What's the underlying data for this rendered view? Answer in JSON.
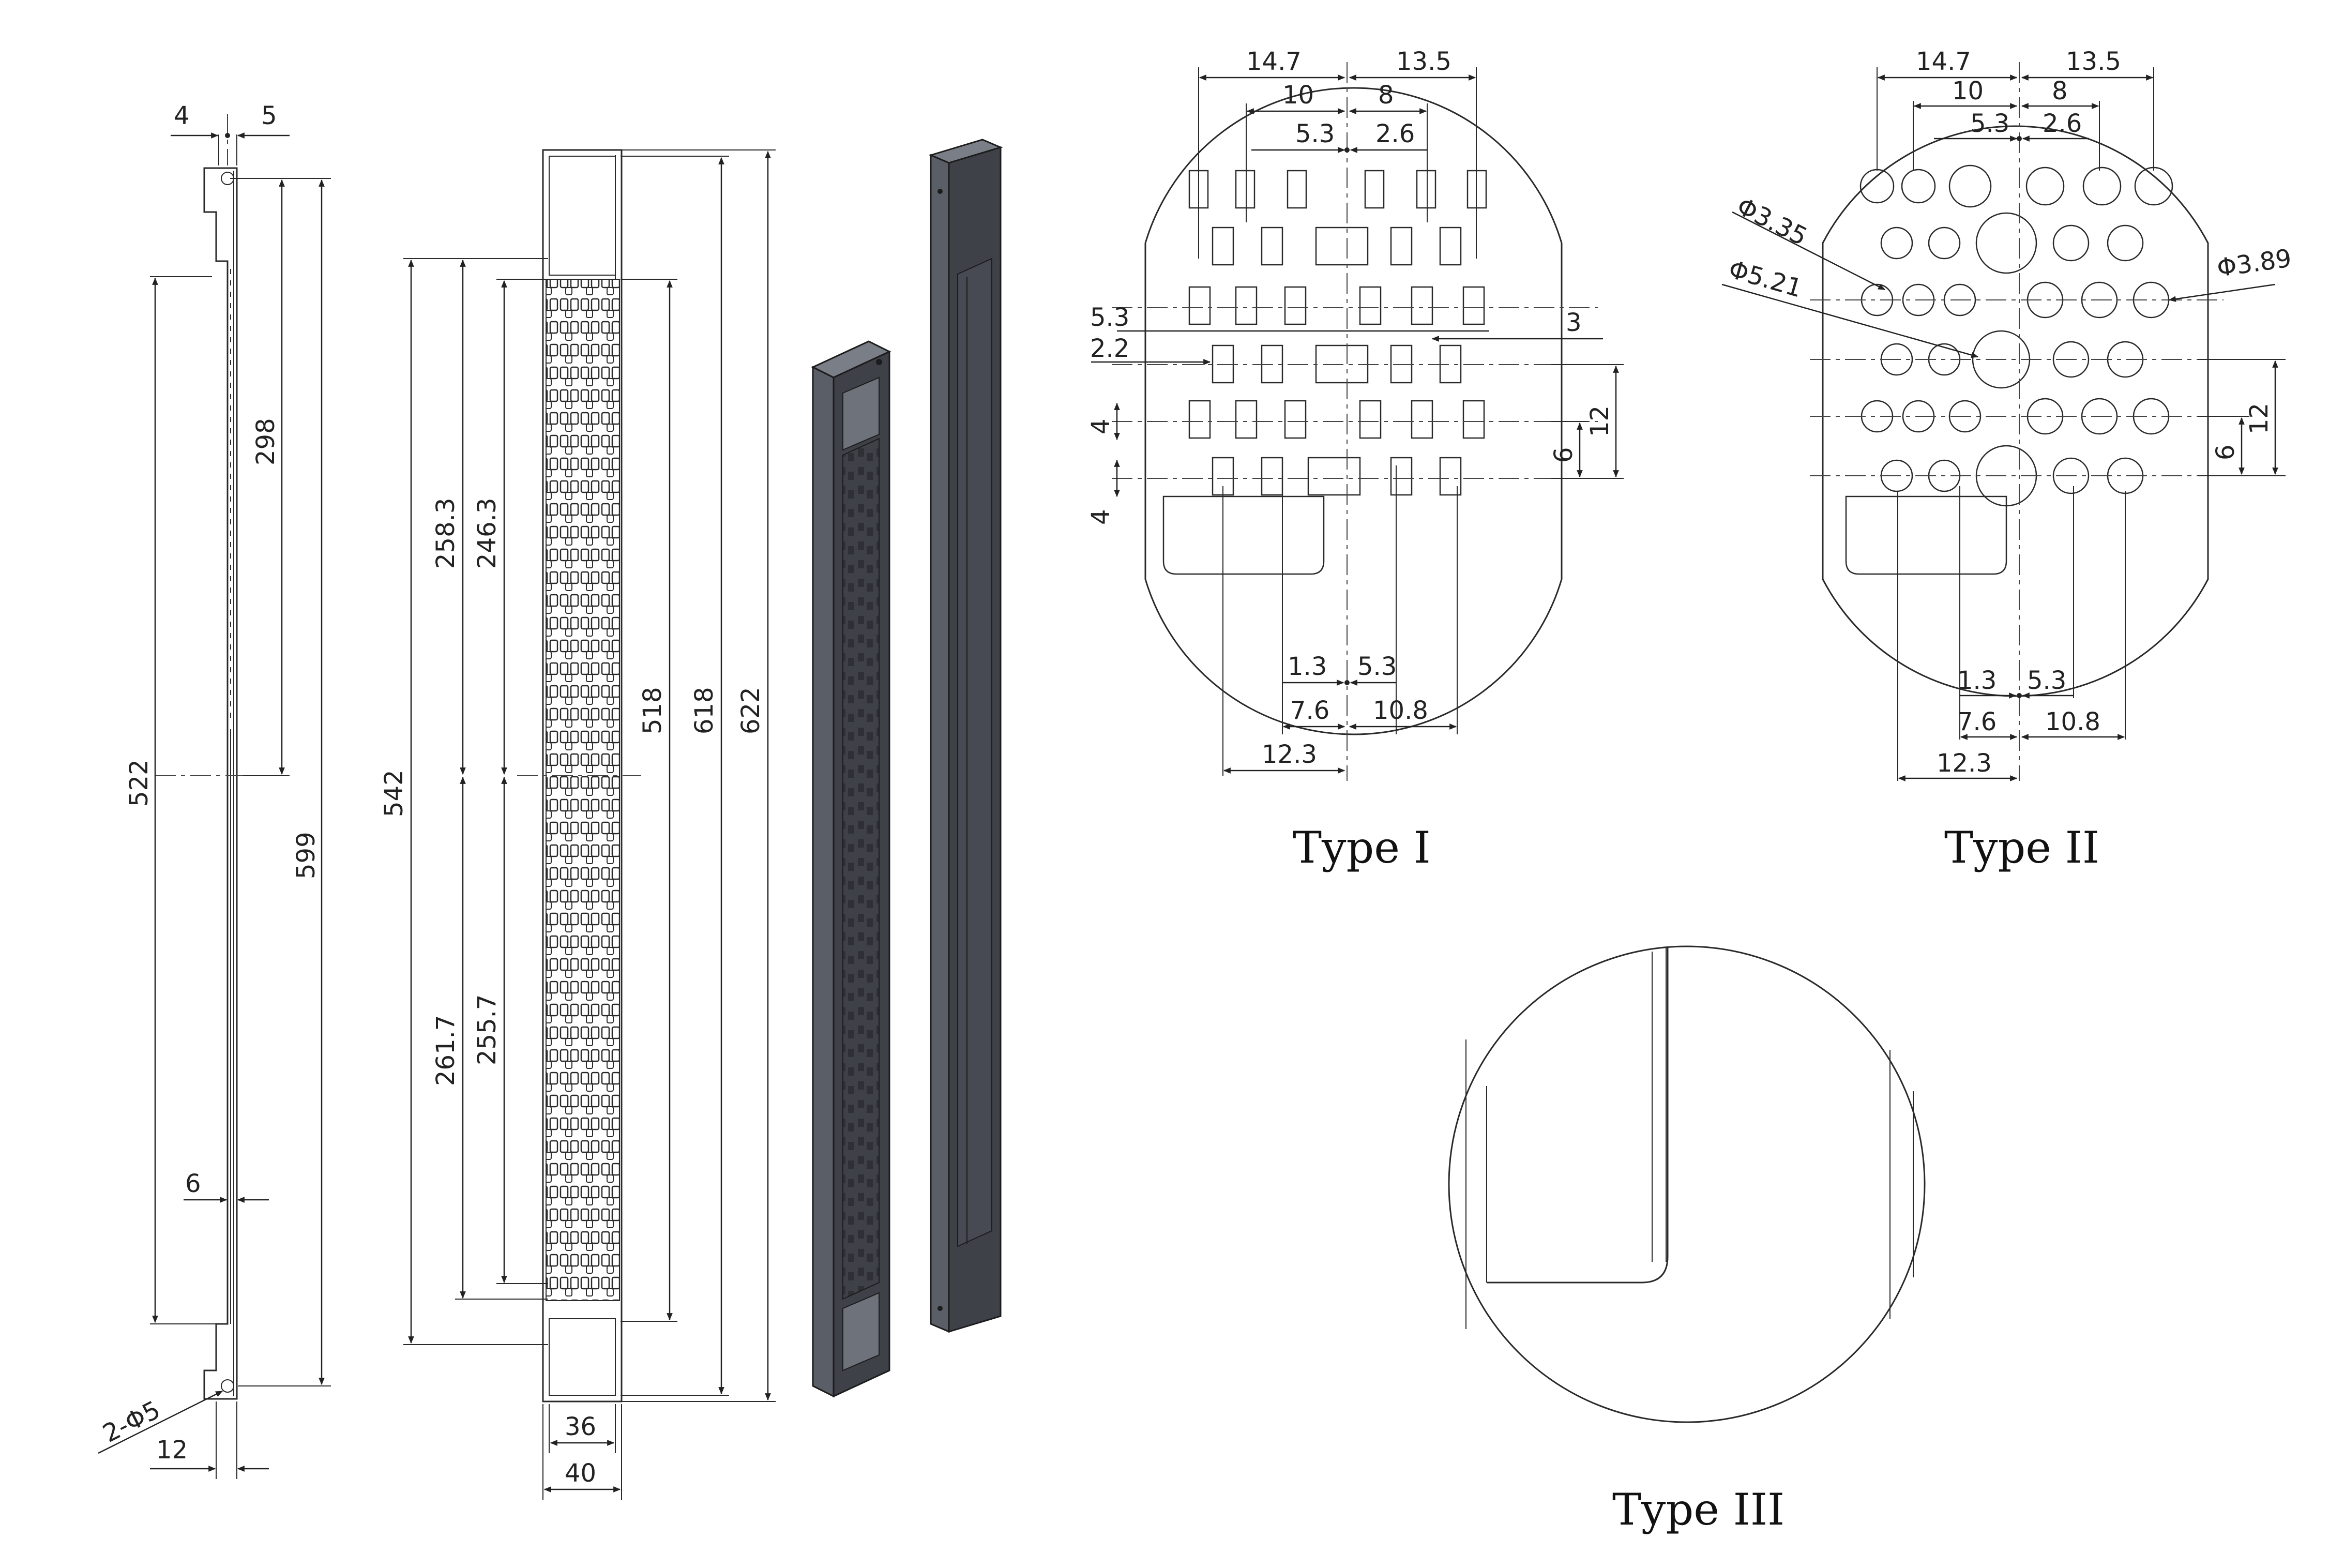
{
  "side_view": {
    "dims": [
      "4",
      "5",
      "298",
      "522",
      "599",
      "6",
      "2-Φ5",
      "12"
    ]
  },
  "front_view": {
    "dims": [
      "258.3",
      "246.3",
      "542",
      "518",
      "618",
      "622",
      "261.7",
      "255.7",
      "36",
      "40"
    ]
  },
  "detail_type1": {
    "caption": "Type I",
    "dims": [
      "14.7",
      "13.5",
      "10",
      "8",
      "5.3",
      "2.6",
      "5.3",
      "2.2",
      "3",
      "4",
      "12",
      "6",
      "4",
      "1.3",
      "5.3",
      "7.6",
      "10.8",
      "12.3"
    ]
  },
  "detail_type2": {
    "caption": "Type II",
    "dims": [
      "14.7",
      "13.5",
      "10",
      "8",
      "5.3",
      "2.6",
      "Φ3.35",
      "Φ5.21",
      "Φ3.89",
      "12",
      "6",
      "1.3",
      "5.3",
      "7.6",
      "10.8",
      "12.3"
    ]
  },
  "detail_type3": {
    "caption": "Type III"
  },
  "colors": {
    "line": "#2a2a2a",
    "model_body": "#5a5e66"
  }
}
